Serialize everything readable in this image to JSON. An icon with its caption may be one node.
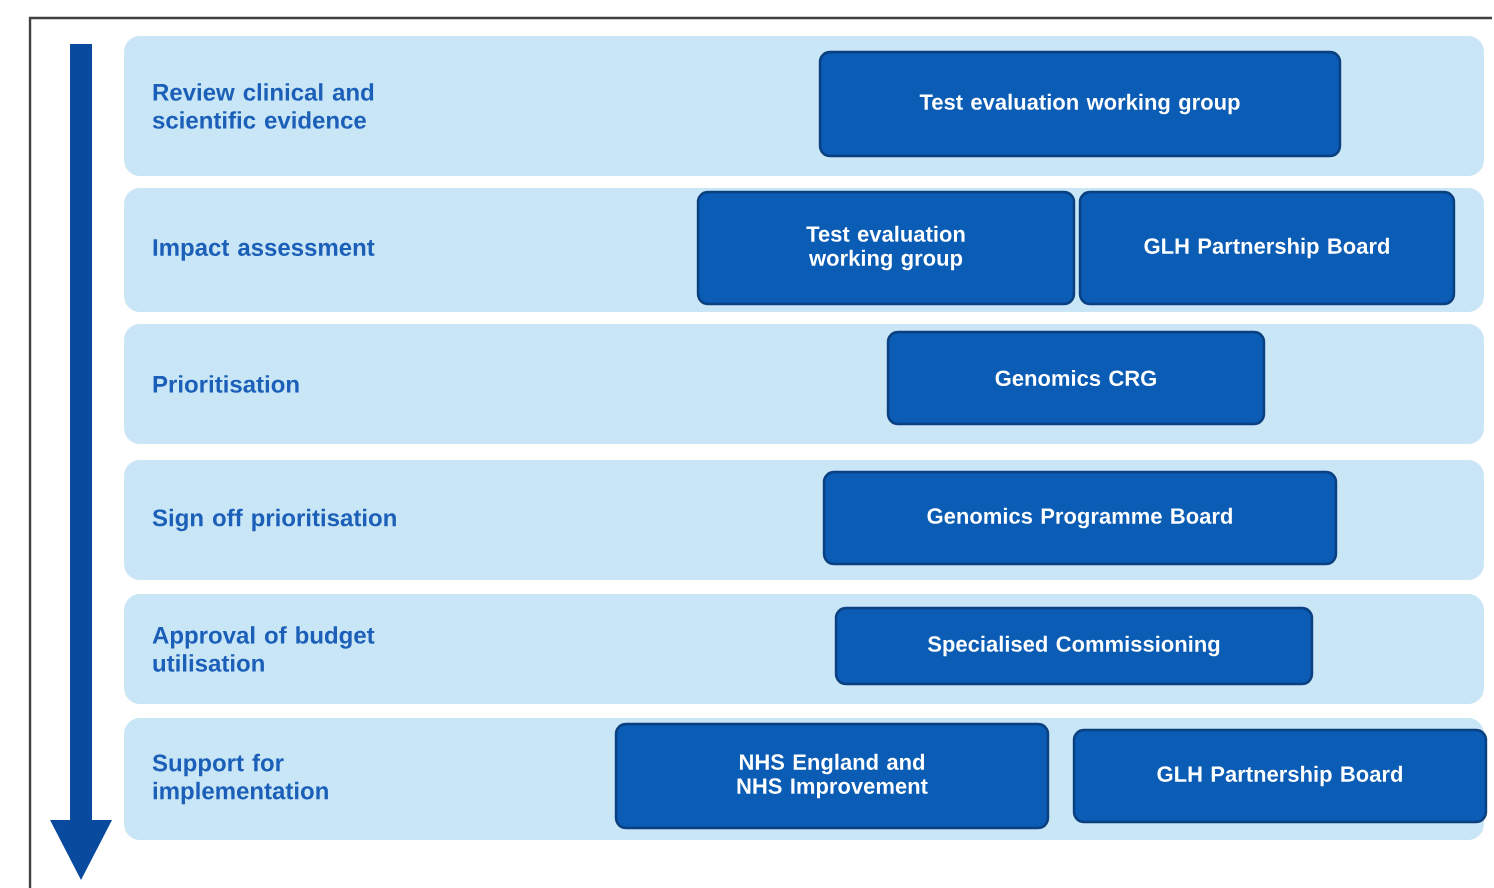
{
  "diagram": {
    "nodes": [
      {
        "text": [
          "Review clinical and scientific evidence"
        ]
      },
      {
        "text": [
          "Test evaluation working group"
        ],
        "in": 0
      },
      {
        "text": [
          "Impact assessment"
        ]
      },
      {
        "text": [
          "Test evaluation working group"
        ],
        "in": 2
      },
      {
        "text": [
          "GLH Partnership Board"
        ],
        "in": 2
      },
      {
        "text": [
          "Prioritisation"
        ]
      },
      {
        "text": [
          "Genomics CRG"
        ],
        "in": 5
      },
      {
        "text": [
          "Sign off prioritisation"
        ]
      },
      {
        "text": [
          "Genomics Programme Board"
        ],
        "in": 7
      },
      {
        "text": [
          "Approval of budget utilisation"
        ]
      },
      {
        "text": [
          "Specialised Commissioning"
        ],
        "in": 9
      },
      {
        "text": [
          "Support for implementation"
        ]
      },
      {
        "text": [
          "NHS England and NHS Improvement"
        ],
        "in": 11
      },
      {
        "text": [
          "GLH Partnership Board"
        ],
        "in": 11
      }
    ]
  }
}
